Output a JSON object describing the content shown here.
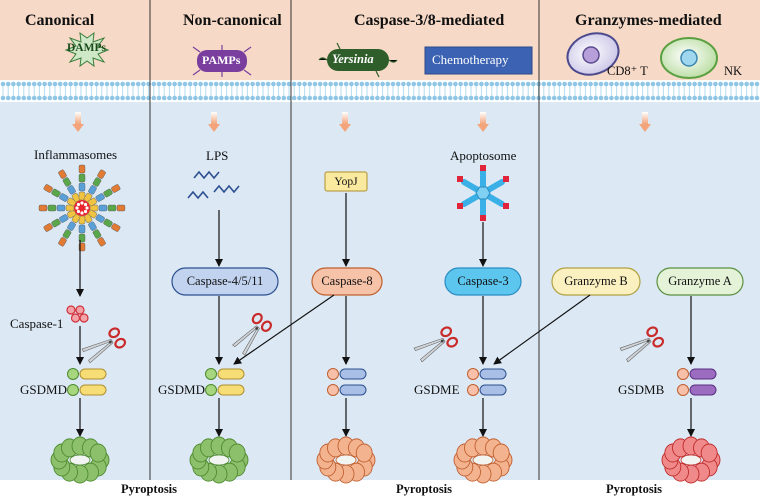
{
  "headers": {
    "canonical": "Canonical",
    "noncanonical": "Non-canonical",
    "caspase": "Caspase-3/8-mediated",
    "granzymes": "Granzymes-mediated"
  },
  "triggers": {
    "damps": "DAMPs",
    "pamps": "PAMPs",
    "yersinia": "Yersinia",
    "chemotherapy": "Chemotherapy",
    "cd8": "CD8⁺ T",
    "nk": "NK"
  },
  "nodes": {
    "inflammasomes": "Inflammasomes",
    "lps": "LPS",
    "yopj": "YopJ",
    "apoptosome": "Apoptosome",
    "caspase1": "Caspase-1",
    "caspase4511": "Caspase-4/5/11",
    "caspase8": "Caspase-8",
    "caspase3": "Caspase-3",
    "granzymeB": "Granzyme B",
    "granzymeA": "Granzyme A"
  },
  "gasdermins": {
    "gsdmd1": "GSDMD",
    "gsdmd2": "GSDMD",
    "gsdme": "GSDME",
    "gsdmb": "GSDMB"
  },
  "outcome": {
    "pyroptosis1": "Pyroptosis",
    "pyroptosis2": "Pyroptosis",
    "pyroptosis3": "Pyroptosis"
  },
  "colors": {
    "header_bg": "#f6d9c6",
    "cell_bg": "#dce9f5",
    "membrane": "#8fc6e6",
    "gsdmd_pore": "#8dc06a",
    "gsdme_pore": "#f4b38f",
    "gsdmb_pore": "#f08a8a"
  }
}
